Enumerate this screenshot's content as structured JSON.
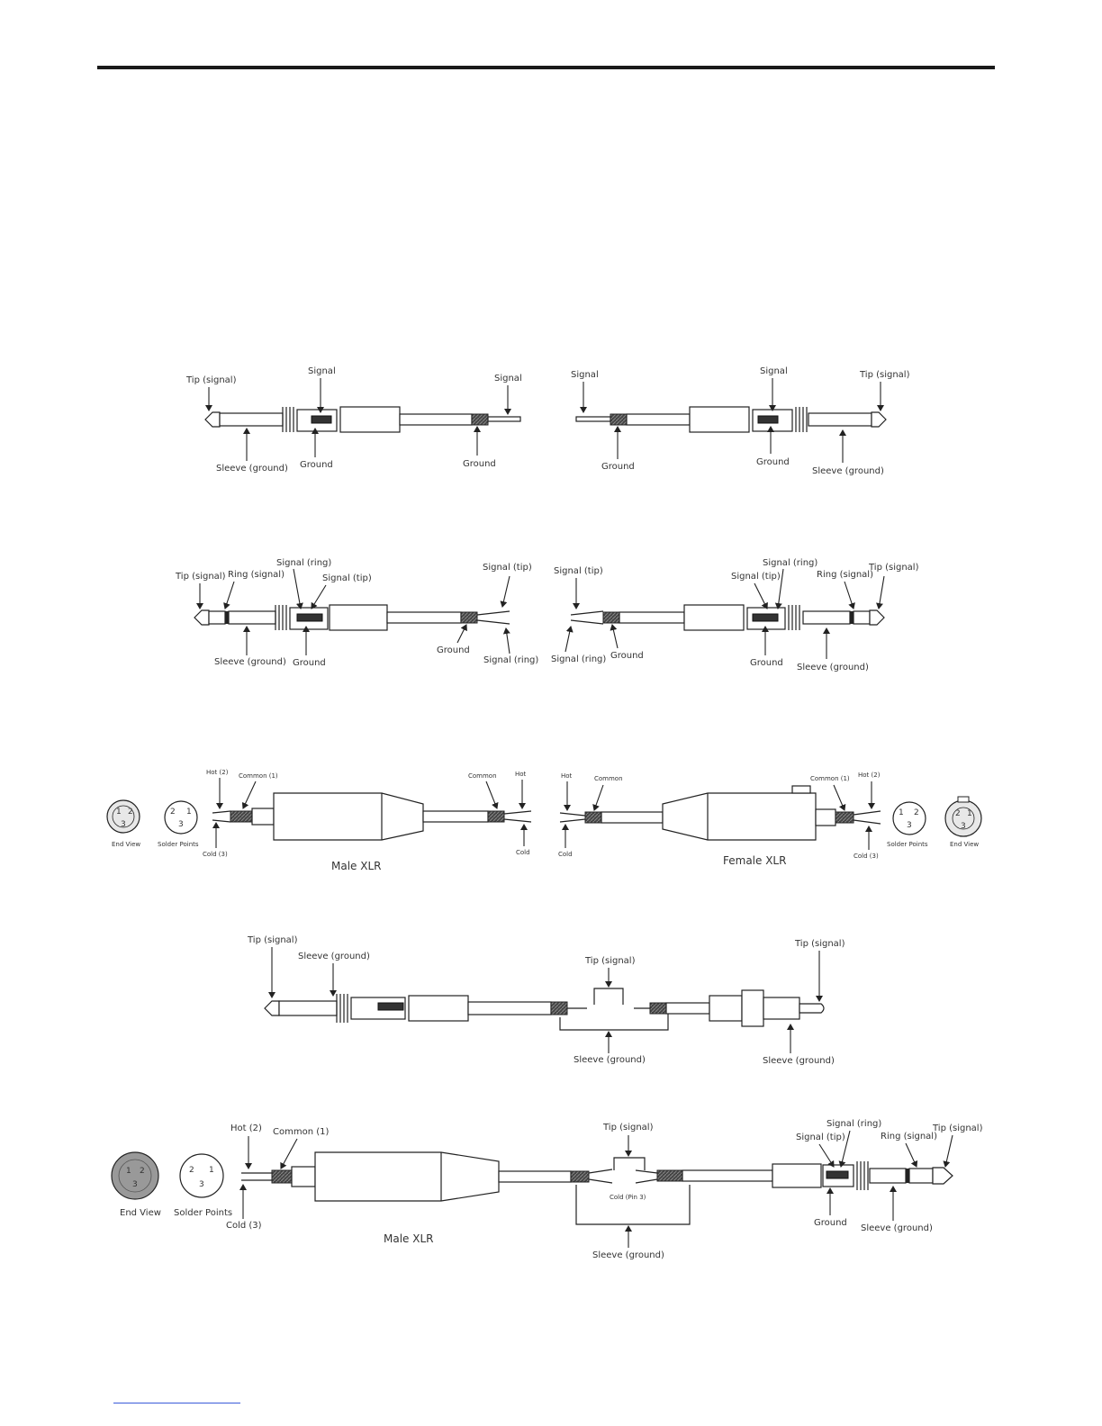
{
  "diagram1": {
    "left": {
      "tip": "Tip (signal)",
      "signal_top": "Signal",
      "signal_end": "Signal",
      "sleeve": "Sleeve (ground)",
      "ground_mid": "Ground",
      "ground_end": "Ground"
    },
    "right": {
      "signal_end": "Signal",
      "signal_top": "Signal",
      "tip": "Tip (signal)",
      "ground_end": "Ground",
      "ground_mid": "Ground",
      "sleeve": "Sleeve (ground)"
    }
  },
  "diagram2": {
    "left": {
      "tip": "Tip (signal)",
      "ring": "Ring (signal)",
      "sig_ring": "Signal (ring)",
      "sig_tip": "Signal (tip)",
      "end_tip": "Signal (tip)",
      "sleeve": "Sleeve (ground)",
      "ground_mid": "Ground",
      "ground_end": "Ground",
      "end_ring": "Signal (ring)"
    },
    "right": {
      "end_tip": "Signal (tip)",
      "sig_ring": "Signal (ring)",
      "sig_tip": "Signal (tip)",
      "ring": "Ring (signal)",
      "tip": "Tip (signal)",
      "end_ring": "Signal (ring)",
      "ground_end": "Ground",
      "ground_mid": "Ground",
      "sleeve": "Sleeve (ground)"
    }
  },
  "diagram3": {
    "left": {
      "hot": "Hot (2)",
      "common": "Common (1)",
      "common_end": "Common",
      "hot_end": "Hot",
      "end_view": "End View",
      "solder": "Solder Points",
      "cold": "Cold (3)",
      "cold_end": "Cold",
      "caption": "Male XLR"
    },
    "right": {
      "hot_end": "Hot",
      "common_end": "Common",
      "common": "Common (1)",
      "hot": "Hot (2)",
      "cold_end": "Cold",
      "cold": "Cold (3)",
      "solder": "Solder Points",
      "end_view": "End View",
      "caption": "Female XLR"
    }
  },
  "diagram4": {
    "tip_left": "Tip (signal)",
    "sleeve_left": "Sleeve (ground)",
    "tip_mid": "Tip (signal)",
    "tip_right": "Tip (signal)",
    "sleeve_mid": "Sleeve (ground)",
    "sleeve_right": "Sleeve (ground)"
  },
  "diagram5": {
    "hot": "Hot (2)",
    "common": "Common (1)",
    "end_view": "End View",
    "solder": "Solder Points",
    "cold": "Cold (3)",
    "caption": "Male XLR",
    "tip_mid": "Tip (signal)",
    "cold_pin": "Cold (Pin 3)",
    "sleeve_mid": "Sleeve (ground)",
    "sig_ring": "Signal (ring)",
    "sig_tip": "Signal (tip)",
    "ring": "Ring (signal)",
    "tip": "Tip (signal)",
    "ground": "Ground",
    "sleeve": "Sleeve (ground)"
  },
  "xlr_pins": {
    "p1": "1",
    "p2": "2",
    "p3": "3"
  }
}
